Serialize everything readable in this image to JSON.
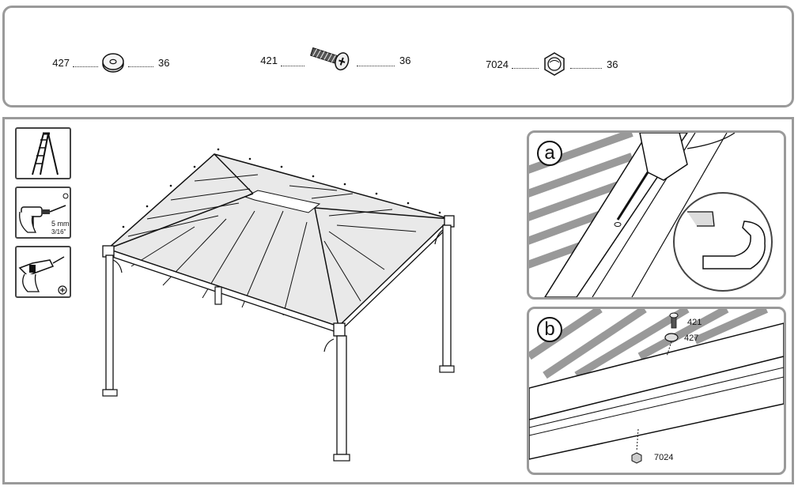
{
  "parts": [
    {
      "code": "427",
      "qty": "36",
      "icon": "washer-icon"
    },
    {
      "code": "421",
      "qty": "36",
      "icon": "screw-icon"
    },
    {
      "code": "7024",
      "qty": "36",
      "icon": "hex-nut-icon"
    }
  ],
  "tools": [
    {
      "icon": "ladder-icon"
    },
    {
      "icon": "drill-icon",
      "bit_size": "5 mm",
      "bit_size_imperial": "3/16\""
    },
    {
      "icon": "screwdriver-drill-icon"
    }
  ],
  "details": {
    "a": {
      "label": "a"
    },
    "b": {
      "label": "b",
      "screw_code": "421",
      "washer_code": "427",
      "nut_code": "7024"
    }
  }
}
